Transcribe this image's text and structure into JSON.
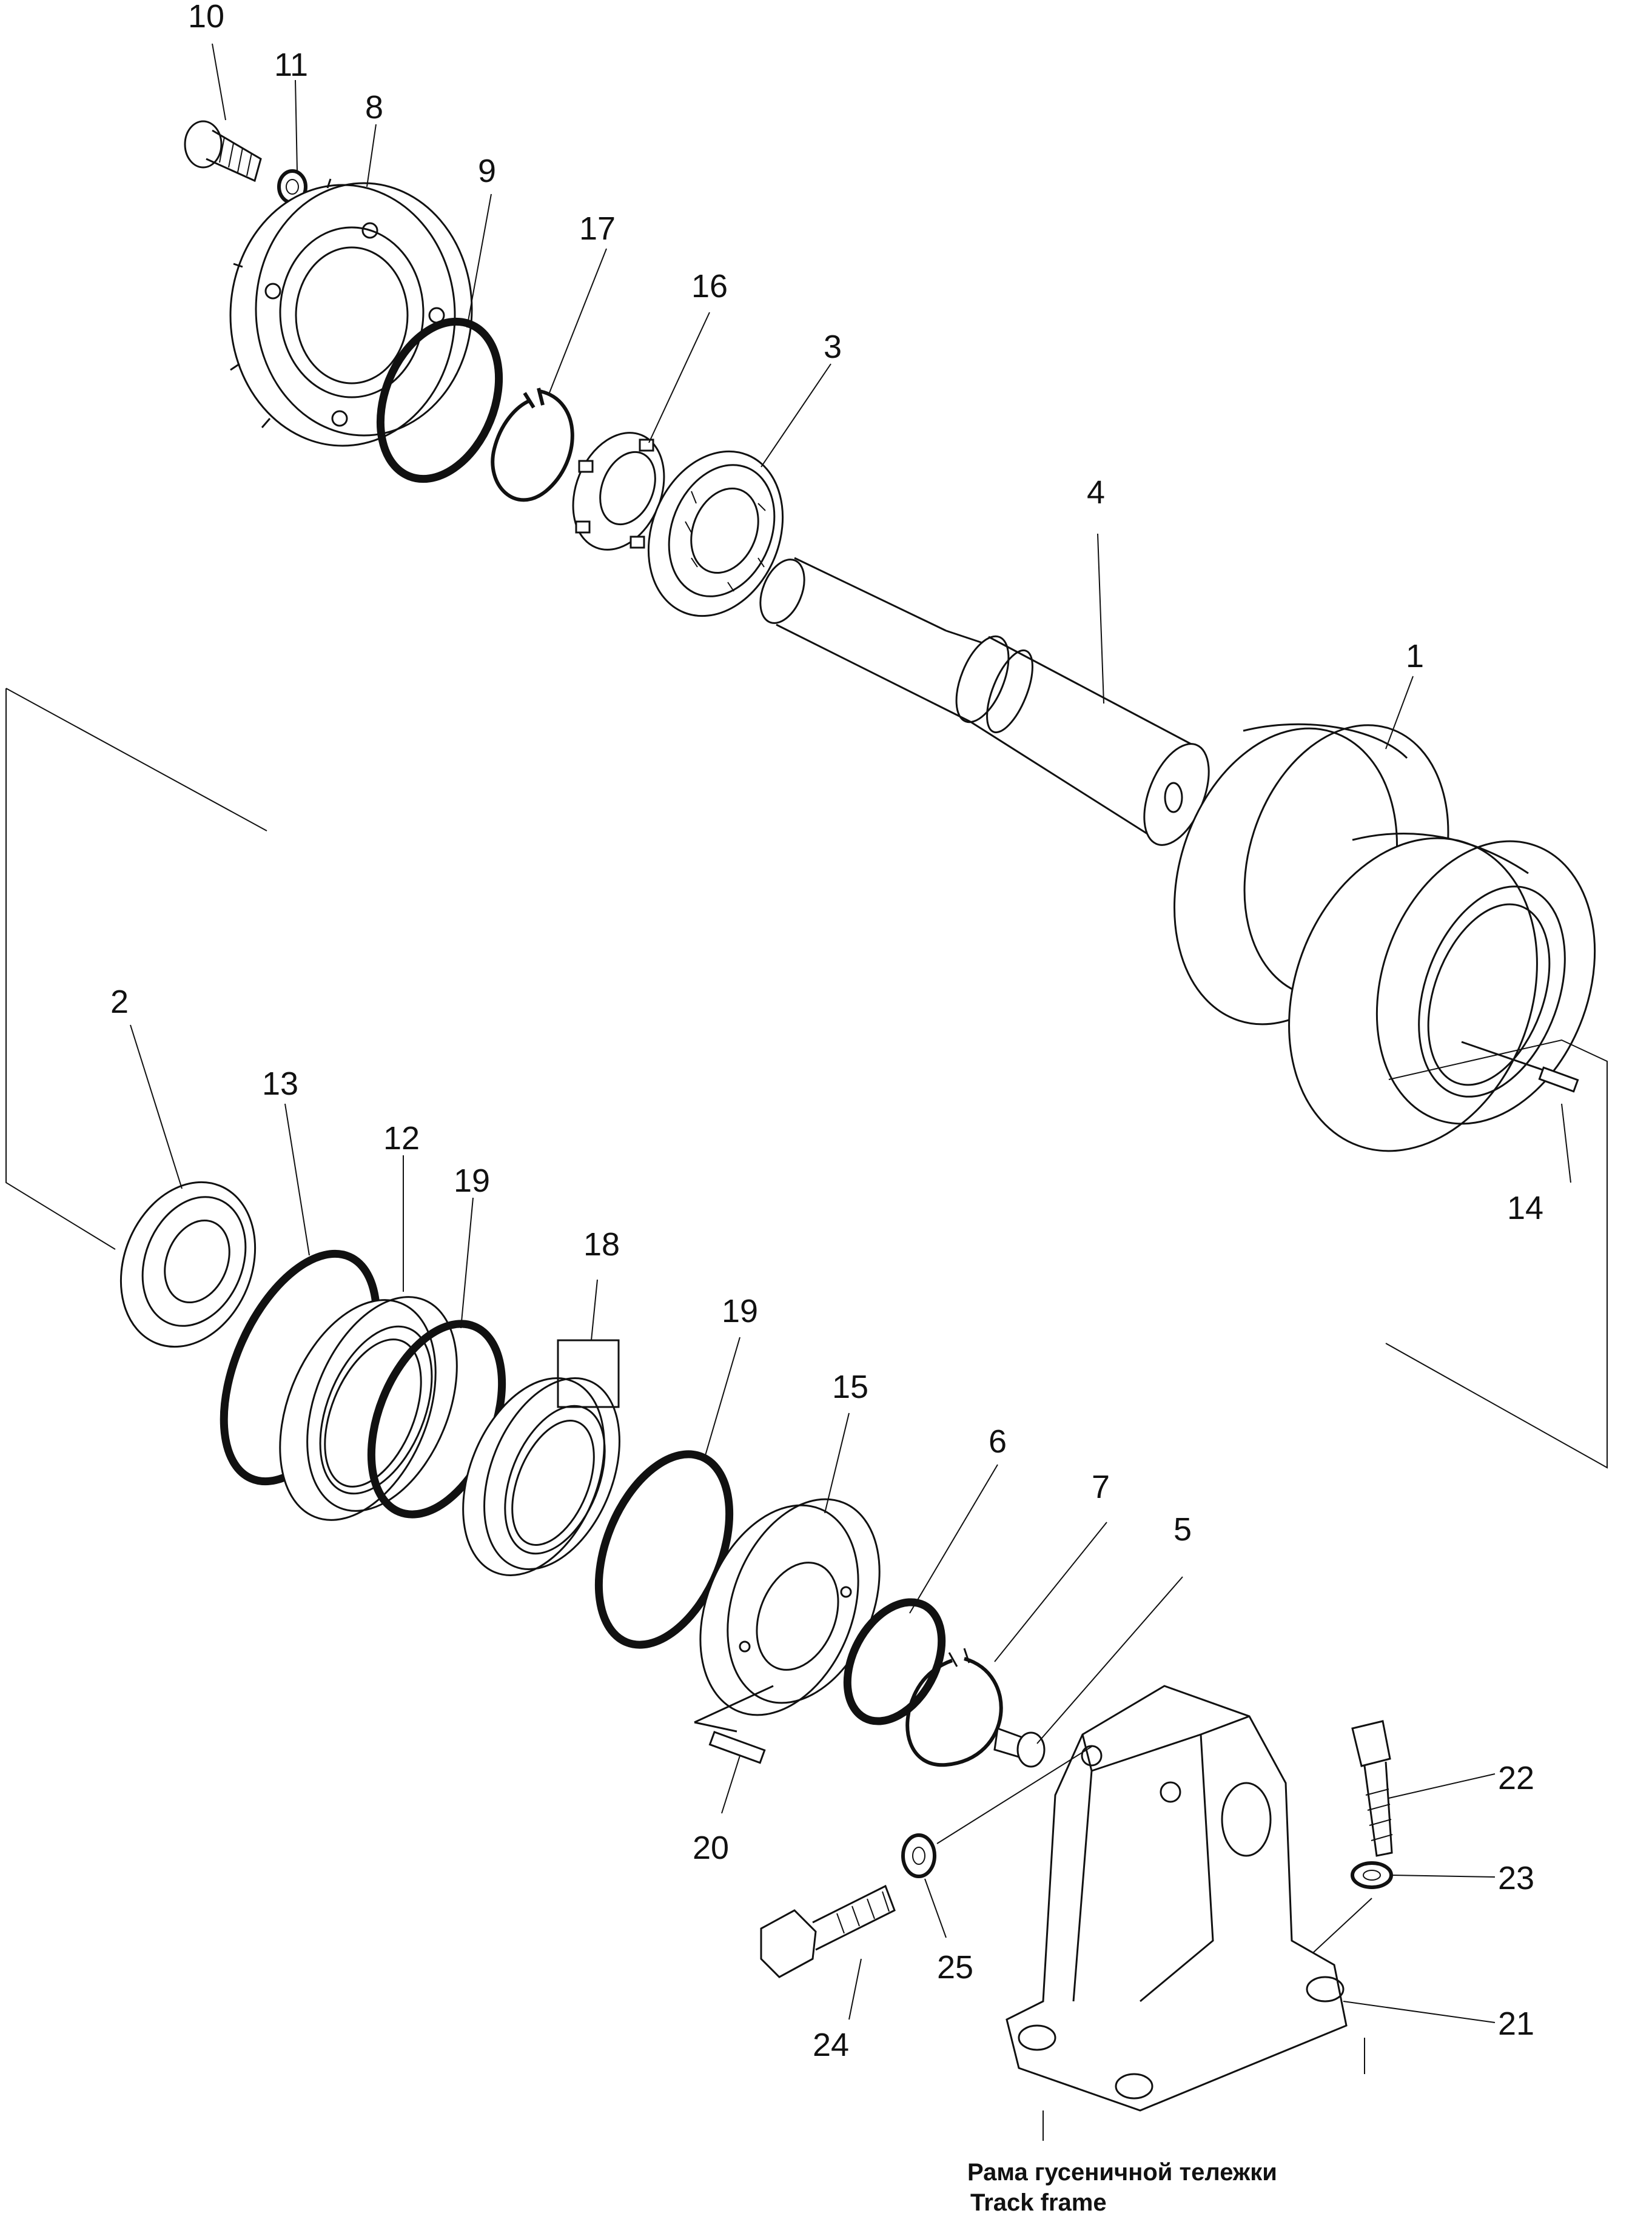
{
  "parts": [
    {
      "id": "1",
      "text": "1"
    },
    {
      "id": "2",
      "text": "2"
    },
    {
      "id": "3",
      "text": "3"
    },
    {
      "id": "4",
      "text": "4"
    },
    {
      "id": "5",
      "text": "5"
    },
    {
      "id": "6",
      "text": "6"
    },
    {
      "id": "7",
      "text": "7"
    },
    {
      "id": "8",
      "text": "8"
    },
    {
      "id": "9",
      "text": "9"
    },
    {
      "id": "10",
      "text": "10"
    },
    {
      "id": "11",
      "text": "11"
    },
    {
      "id": "12",
      "text": "12"
    },
    {
      "id": "13",
      "text": "13"
    },
    {
      "id": "14",
      "text": "14"
    },
    {
      "id": "15",
      "text": "15"
    },
    {
      "id": "16",
      "text": "16"
    },
    {
      "id": "17",
      "text": "17"
    },
    {
      "id": "18",
      "text": "18"
    },
    {
      "id": "19a",
      "text": "19"
    },
    {
      "id": "19b",
      "text": "19"
    },
    {
      "id": "20",
      "text": "20"
    },
    {
      "id": "21",
      "text": "21"
    },
    {
      "id": "22",
      "text": "22"
    },
    {
      "id": "23",
      "text": "23"
    },
    {
      "id": "24",
      "text": "24"
    },
    {
      "id": "25",
      "text": "25"
    }
  ],
  "caption": {
    "line_ru": "Рама гусеничной тележки",
    "line_en": "Track frame"
  }
}
